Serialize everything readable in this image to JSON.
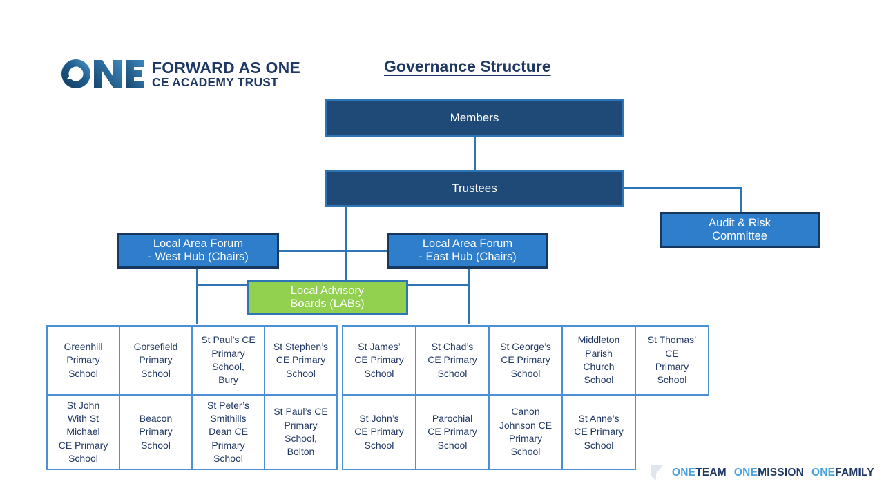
{
  "brand": {
    "logo_mark": "one-arrow-logo-icon",
    "line1": "FORWARD AS ONE",
    "line2": "CE ACADEMY TRUST"
  },
  "title": "Governance Structure",
  "colors": {
    "navy_fill": "#1F4A78",
    "navy_border": "#2E75B6",
    "blue_fill": "#2E7ECB",
    "blue_border": "#17375E",
    "green_fill": "#92D050",
    "table_border": "#4B8FD4",
    "text_navy": "#1F3864",
    "accent_light_blue": "#4AA3DF"
  },
  "nodes": {
    "members": "Members",
    "trustees": "Trustees",
    "audit": "Audit & Risk\nCommittee",
    "laf_west": "Local Area Forum\n- West Hub (Chairs)",
    "laf_east": "Local Area Forum\n- East Hub (Chairs)",
    "labs": "Local Advisory\nBoards (LABs)"
  },
  "west_hub_schools": [
    [
      "Greenhill\nPrimary\nSchool",
      "Gorsefield\nPrimary\nSchool",
      "St Paul’s CE\nPrimary\nSchool,\nBury",
      "St Stephen’s\nCE Primary\nSchool"
    ],
    [
      "St John\nWith St\nMichael\nCE Primary\nSchool",
      "Beacon\nPrimary\nSchool",
      "St Peter’s\nSmithills\nDean CE\nPrimary\nSchool",
      "St Paul’s CE\nPrimary\nSchool,\nBolton"
    ]
  ],
  "east_hub_schools": [
    [
      "St James’\nCE Primary\nSchool",
      "St Chad’s\nCE Primary\nSchool",
      "St George’s\nCE Primary\nSchool",
      "Middleton\nParish\nChurch\nSchool",
      "St Thomas’\nCE\nPrimary\nSchool"
    ],
    [
      "St John’s\nCE Primary\nSchool",
      "Parochial\nCE Primary\nSchool",
      "Canon\nJohnson CE\nPrimary\nSchool",
      "St Anne’s\nCE Primary\nSchool",
      ""
    ]
  ],
  "footer": {
    "mark": "one-swoosh-icon",
    "parts": [
      {
        "one": "ONE",
        "word": "TEAM"
      },
      {
        "one": "ONE",
        "word": "MISSION"
      },
      {
        "one": "ONE",
        "word": "FAMILY"
      }
    ]
  }
}
